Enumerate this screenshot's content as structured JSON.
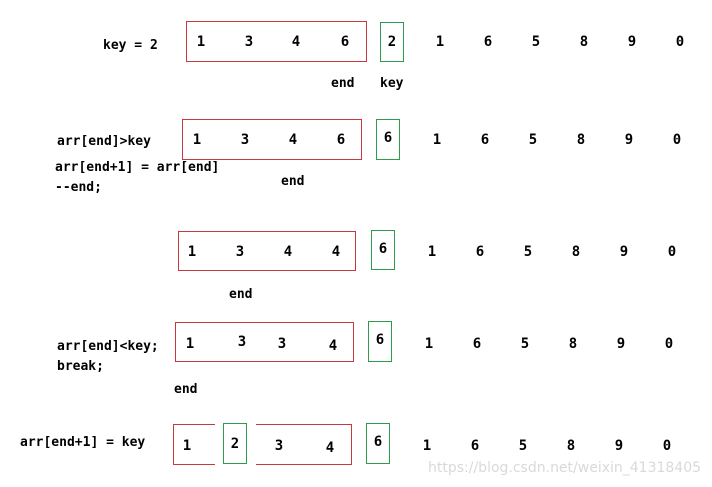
{
  "row1": {
    "label": "key = 2",
    "sorted": [
      "1",
      "3",
      "4",
      "6"
    ],
    "key": "2",
    "rest": [
      "1",
      "6",
      "5",
      "8",
      "9",
      "0"
    ],
    "ptr_end": "end",
    "ptr_key": "key"
  },
  "row2": {
    "label_lines": [
      "arr[end]>key",
      "arr[end+1] = arr[end]",
      "--end;"
    ],
    "sorted": [
      "1",
      "3",
      "4",
      "6"
    ],
    "key": "6",
    "rest": [
      "1",
      "6",
      "5",
      "8",
      "9",
      "0"
    ],
    "ptr_end": "end"
  },
  "row3": {
    "sorted": [
      "1",
      "3",
      "4",
      "4"
    ],
    "key": "6",
    "rest": [
      "1",
      "6",
      "5",
      "8",
      "9",
      "0"
    ],
    "ptr_end": "end"
  },
  "row4": {
    "label_lines": [
      "arr[end]<key;",
      "break;"
    ],
    "sorted": [
      "1",
      "3",
      "3",
      "4"
    ],
    "key": "6",
    "rest": [
      "1",
      "6",
      "5",
      "8",
      "9",
      "0"
    ],
    "ptr_end": "end"
  },
  "row5": {
    "label": "arr[end+1] = key",
    "sorted": [
      "1",
      "2",
      "3",
      "4"
    ],
    "key": "6",
    "rest": [
      "1",
      "6",
      "5",
      "8",
      "9",
      "0"
    ]
  },
  "watermark": "https://blog.csdn.net/weixin_41318405",
  "colors": {
    "sorted_box": "#c8383d",
    "key_box": "#2e9a4e",
    "watermark": "#d9d9d9"
  }
}
